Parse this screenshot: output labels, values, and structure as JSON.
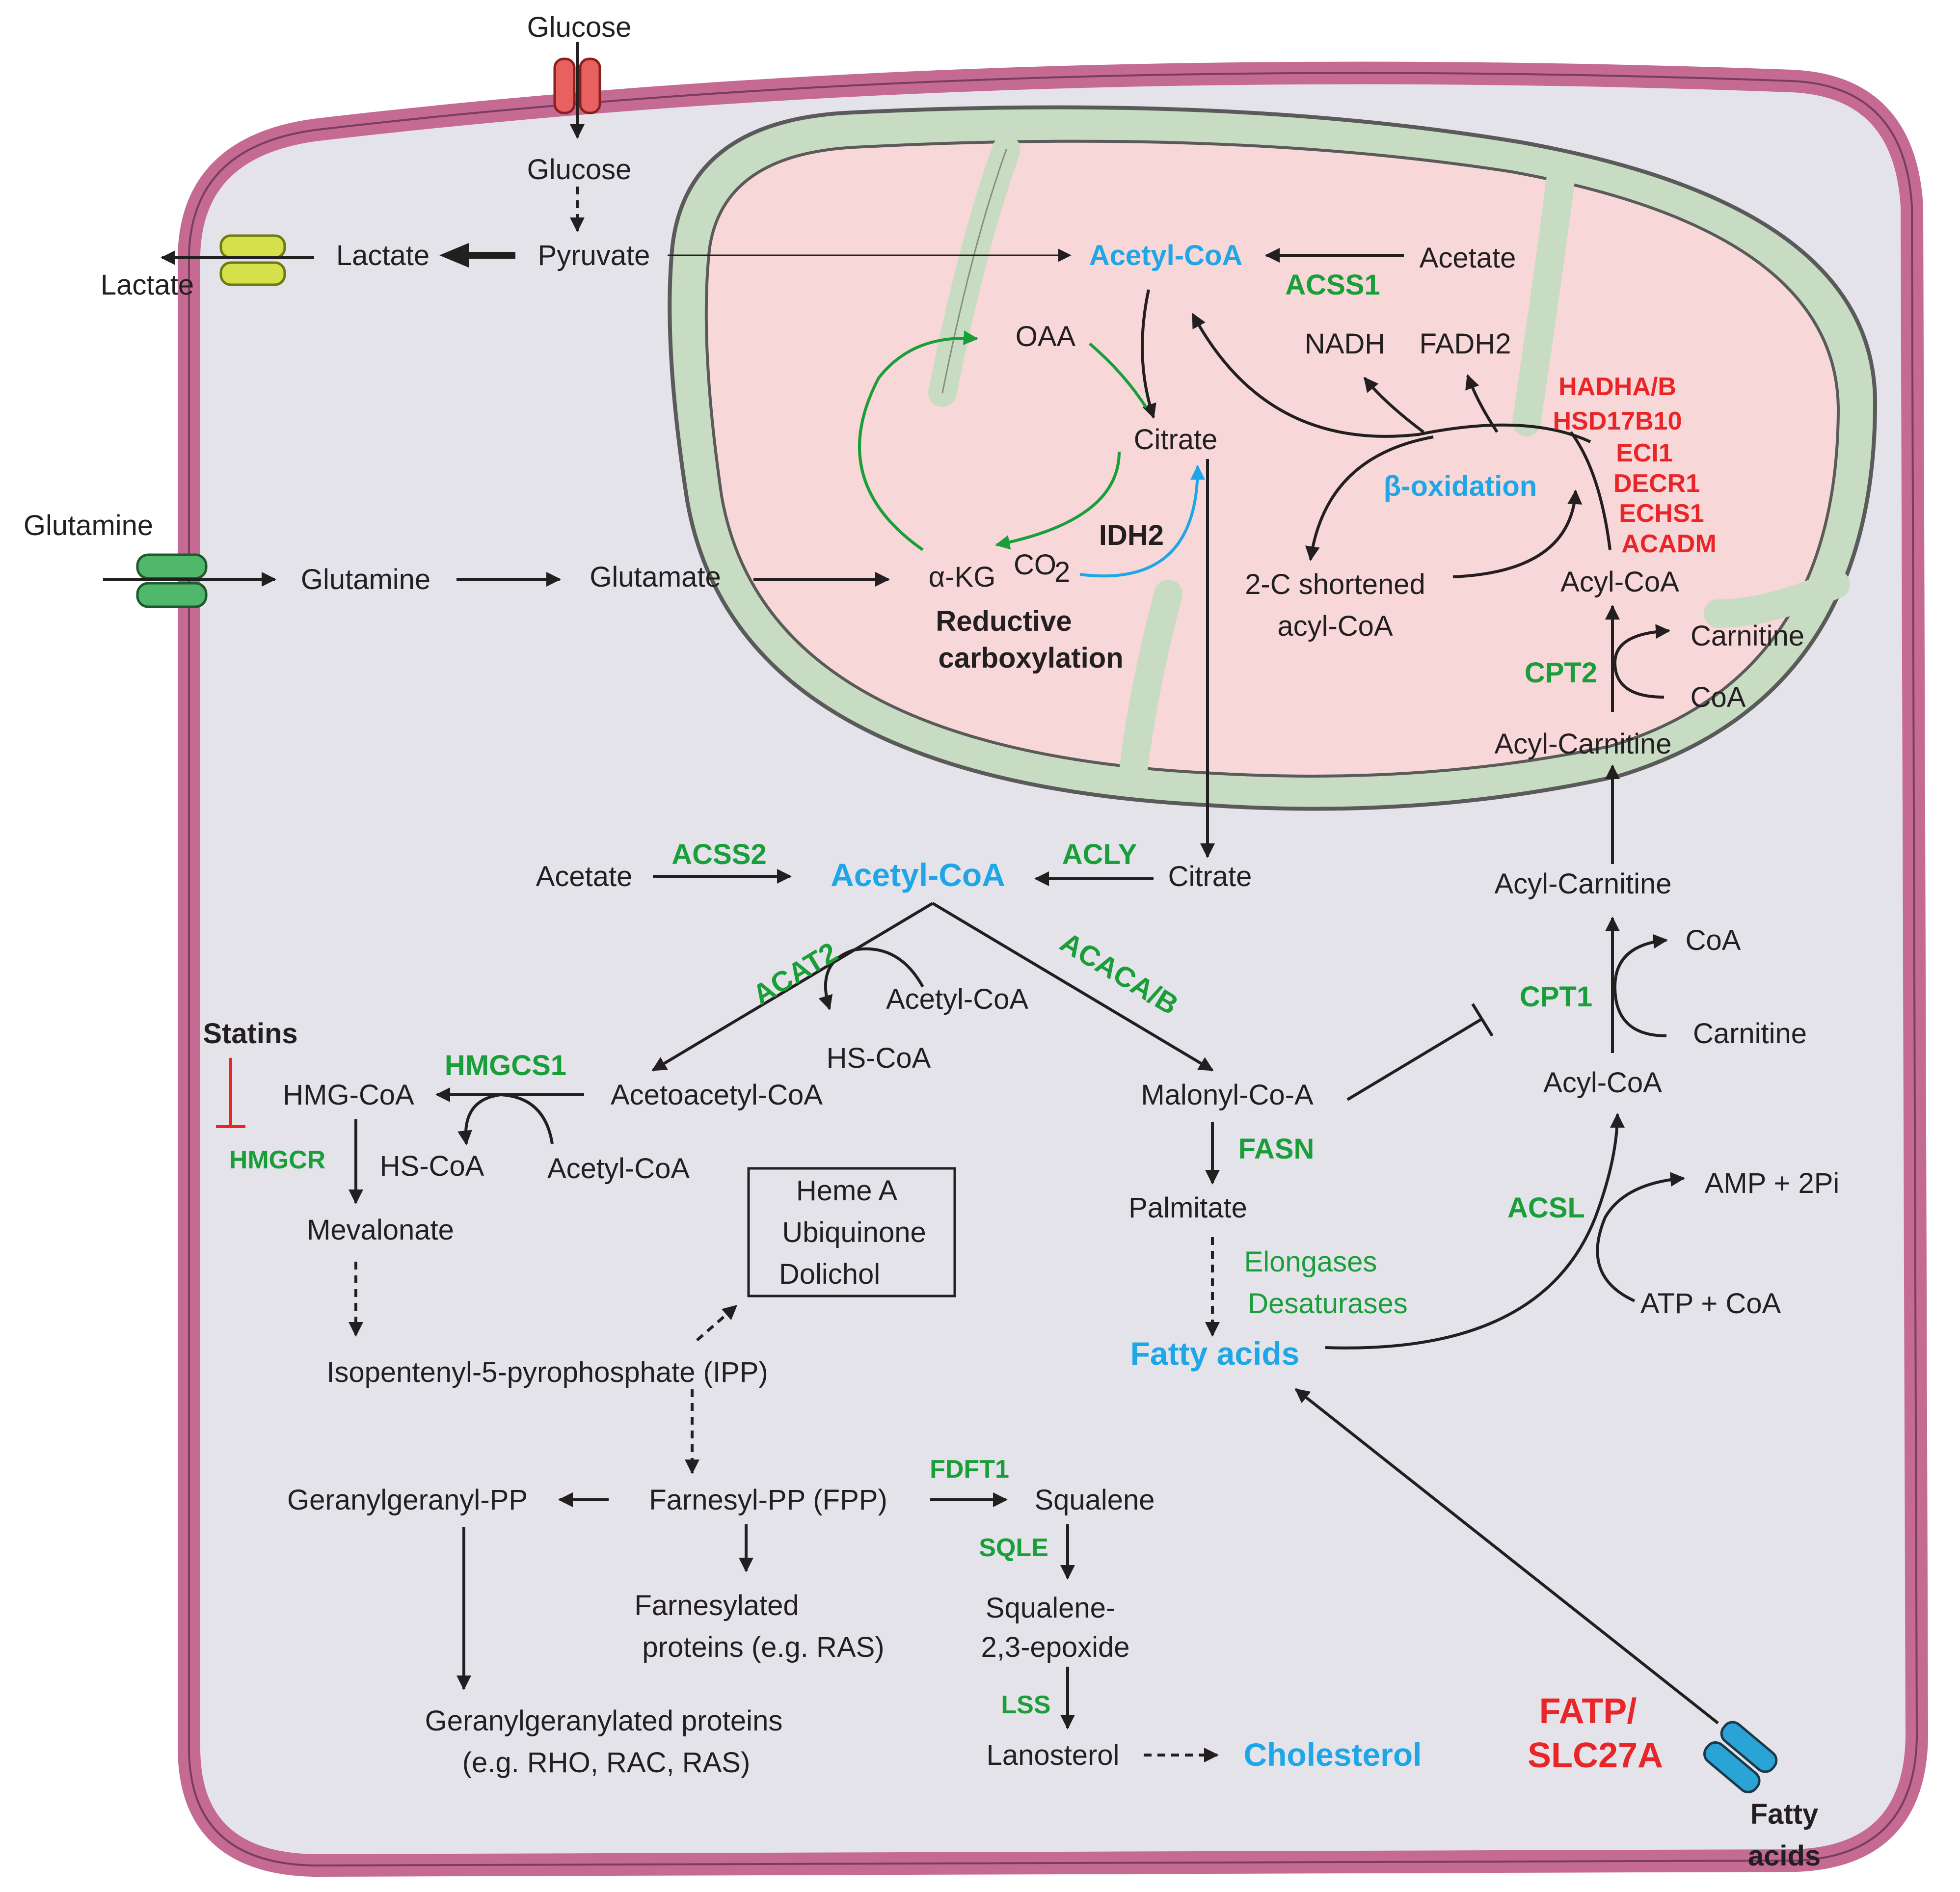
{
  "transporters": {
    "glucose_outside": "Glucose",
    "lactate_outside": "Lactate",
    "glutamine_outside": "Glutamine",
    "fatty_acids_outside_1": "Fatty",
    "fatty_acids_outside_2": "acids"
  },
  "glycolysis": {
    "glucose": "Glucose",
    "pyruvate": "Pyruvate",
    "lactate": "Lactate"
  },
  "mitochondria": {
    "acetyl_coa": "Acetyl-CoA",
    "acetate": "Acetate",
    "acss1": "ACSS1",
    "oaa": "OAA",
    "citrate": "Citrate",
    "alpha_kg": "α-KG",
    "co2": "CO",
    "co2_sub": "2",
    "idh2": "IDH2",
    "reductive_1": "Reductive",
    "reductive_2": "carboxylation",
    "nadh": "NADH",
    "fadh2": "FADH2",
    "beta_oxidation": "β-oxidation",
    "shortened_1": "2-C shortened",
    "shortened_2": "acyl-CoA",
    "acyl_coa": "Acyl-CoA",
    "carnitine": "Carnitine",
    "coa": "CoA",
    "cpt2": "CPT2",
    "acyl_carnitine": "Acyl-Carnitine",
    "red_enzymes": [
      "HADHA/B",
      "HSD17B10",
      "ECI1",
      "DECR1",
      "ECHS1",
      "ACADM"
    ]
  },
  "glutaminolysis": {
    "glutamine": "Glutamine",
    "glutamate": "Glutamate"
  },
  "cytosol": {
    "acetate": "Acetate",
    "acss2": "ACSS2",
    "acetyl_coa": "Acetyl-CoA",
    "acly": "ACLY",
    "citrate": "Citrate",
    "acat2": "ACAT2",
    "acetyl_coa_small": "Acetyl-CoA",
    "hs_coa": "HS-CoA",
    "acaca": "ACACA/B",
    "acetoacetyl_coa": "Acetoacetyl-CoA",
    "hmgcs1": "HMGCS1",
    "hmg_coa": "HMG-CoA",
    "hs_coa_2": "HS-CoA",
    "acetyl_coa_2": "Acetyl-CoA",
    "statins": "Statins",
    "hmgcr": "HMGCR",
    "mevalonate": "Mevalonate",
    "ipp": "Isopentenyl-5-pyrophosphate (IPP)",
    "box_items": [
      "Heme A",
      "Ubiquinone",
      "Dolichol"
    ],
    "ggpp": "Geranylgeranyl-PP",
    "fpp": "Farnesyl-PP (FPP)",
    "fdft1": "FDFT1",
    "squalene": "Squalene",
    "sqle": "SQLE",
    "epoxide_1": "Squalene-",
    "epoxide_2": "2,3-epoxide",
    "lss": "LSS",
    "lanosterol": "Lanosterol",
    "cholesterol": "Cholesterol",
    "farnesylated_1": "Farnesylated",
    "farnesylated_2": "proteins (e.g. RAS)",
    "gg_proteins_1": "Geranylgeranylated proteins",
    "gg_proteins_2": "(e.g. RHO, RAC, RAS)",
    "malonyl": "Malonyl-Co-A",
    "fasn": "FASN",
    "palmitate": "Palmitate",
    "elongases": "Elongases",
    "desaturases": "Desaturases",
    "fatty_acids": "Fatty acids",
    "cpt1": "CPT1",
    "acyl_carnitine": "Acyl-Carnitine",
    "coa": "CoA",
    "carnitine": "Carnitine",
    "acyl_coa": "Acyl-CoA",
    "acsl": "ACSL",
    "amp": "AMP + 2Pi",
    "atp": "ATP + CoA",
    "fatp_1": "FATP/",
    "fatp_2": "SLC27A"
  },
  "colors": {
    "membrane": "#c46a93",
    "cytoplasm": "#e4e3ea",
    "mito_outer": "#c8dcc3",
    "mito_matrix": "#f7d7d7",
    "enzyme_green": "#1a9e3a",
    "enzyme_red": "#e8262a",
    "highlight_blue": "#1fa6e6"
  }
}
